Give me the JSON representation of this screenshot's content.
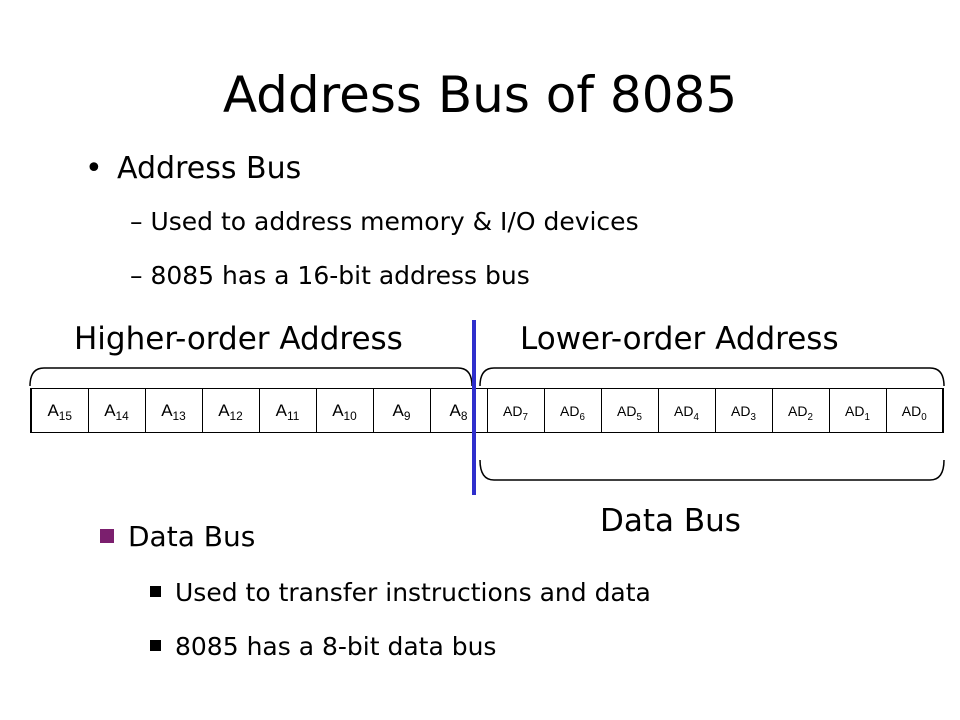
{
  "slide": {
    "title": "Address Bus of 8085",
    "address_bus": {
      "bullet": "•",
      "heading": "Address Bus",
      "items": [
        "Used to address memory & I/O devices",
        "8085 has a 16-bit address bus"
      ],
      "dash": "–"
    },
    "diagram": {
      "higher_label": "Higher-order Address",
      "lower_label": "Lower-order Address",
      "higher_pins": [
        {
          "base": "A",
          "sub": "15"
        },
        {
          "base": "A",
          "sub": "14"
        },
        {
          "base": "A",
          "sub": "13"
        },
        {
          "base": "A",
          "sub": "12"
        },
        {
          "base": "A",
          "sub": "11"
        },
        {
          "base": "A",
          "sub": "10"
        },
        {
          "base": "A",
          "sub": "9"
        },
        {
          "base": "A",
          "sub": "8"
        }
      ],
      "lower_pins": [
        {
          "base": "AD",
          "sub": "7"
        },
        {
          "base": "AD",
          "sub": "6"
        },
        {
          "base": "AD",
          "sub": "5"
        },
        {
          "base": "AD",
          "sub": "4"
        },
        {
          "base": "AD",
          "sub": "3"
        },
        {
          "base": "AD",
          "sub": "2"
        },
        {
          "base": "AD",
          "sub": "1"
        },
        {
          "base": "AD",
          "sub": "0"
        }
      ],
      "data_bus_label": "Data Bus",
      "divider_color": "#2e2ecc"
    },
    "data_bus": {
      "heading": "Data Bus",
      "items": [
        "Used to transfer instructions and data",
        "8085 has a 8-bit data bus"
      ],
      "bullet_color": "#7b1f6e"
    }
  }
}
